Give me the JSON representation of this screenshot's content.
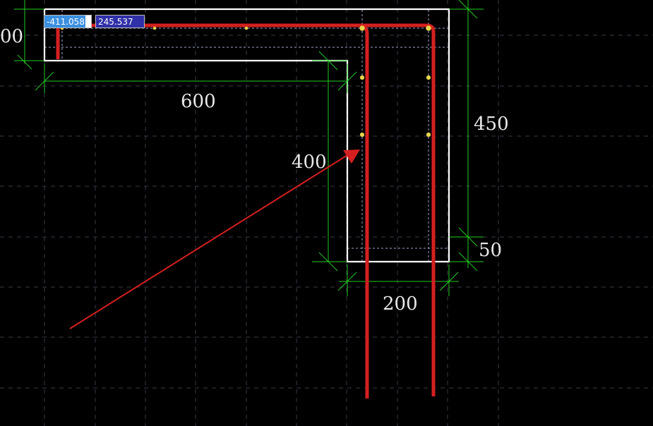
{
  "coordinate_input": {
    "x_value": "-411.058",
    "y_value": "245.537"
  },
  "dimensions": {
    "left_partial": "00",
    "horizontal_length": "600",
    "vertical_inner": "400",
    "vertical_outer": "450",
    "bottom_offset": "50",
    "column_width": "200"
  },
  "colors": {
    "background": "#000000",
    "outline": "#ffffff",
    "rebar": "#d42020",
    "dimension_lines": "#22cc22",
    "grid": "#3a3a4a",
    "guide_dashed": "#a0a8d0",
    "snap_points": "#e8d44a",
    "arrow": "#d42020"
  },
  "icons": {
    "snap_marker": "snap-point-icon",
    "annotation_arrow": "arrow-icon"
  }
}
